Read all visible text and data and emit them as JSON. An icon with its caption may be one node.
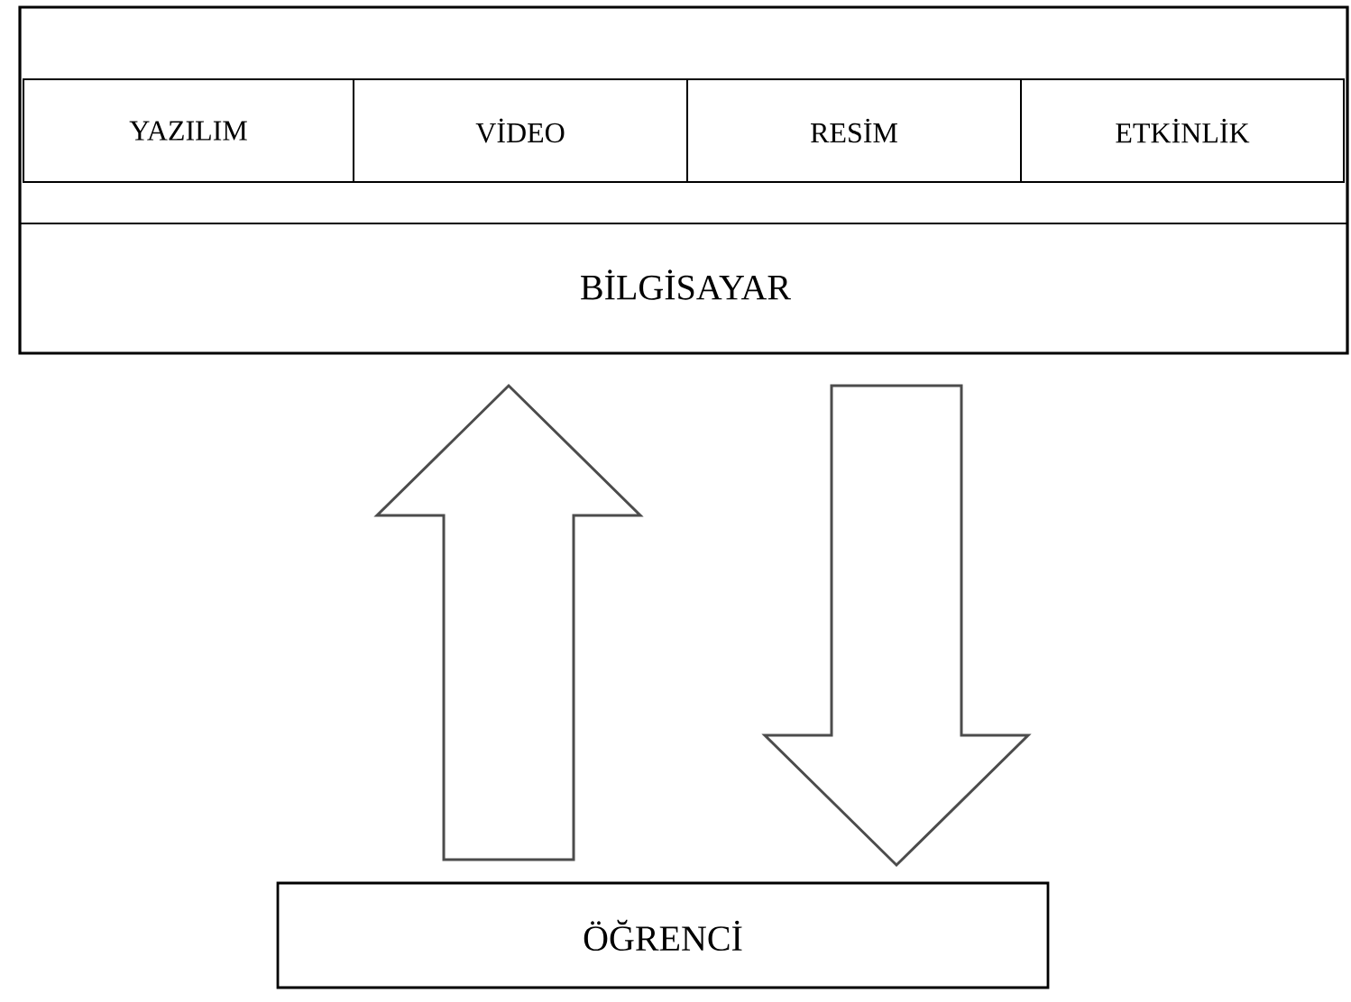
{
  "diagram": {
    "nodes": [
      {
        "text": [
          "BİLGİSAYAR"
        ]
      },
      {
        "text": [
          "YAZILIM"
        ],
        "in": 0
      },
      {
        "text": [
          "VİDEO"
        ],
        "in": 0
      },
      {
        "text": [
          "RESİM"
        ],
        "in": 0
      },
      {
        "text": [
          "ETKİNLİK"
        ],
        "in": 0
      },
      {
        "text": [
          "ÖĞRENCİ"
        ]
      }
    ],
    "edges": [
      {
        "from": 5,
        "to": 0,
        "arrow": "to"
      },
      {
        "from": 0,
        "to": 5,
        "arrow": "to"
      }
    ]
  }
}
